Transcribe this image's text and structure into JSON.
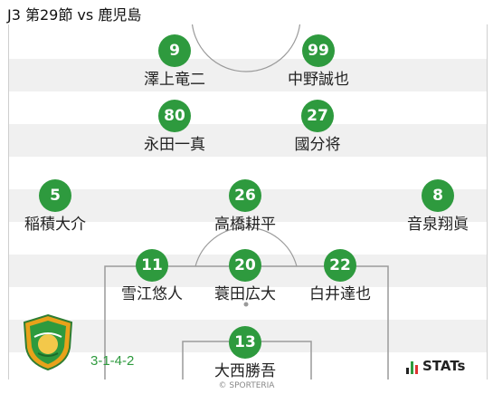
{
  "title": "J3 第29節 vs 鹿児島",
  "formation": "3-1-4-2",
  "brand": "STATs",
  "copyright": "© SPORTERIA",
  "team_color": "#2e9a3e",
  "players": [
    {
      "number": "9",
      "name": "澤上竜二"
    },
    {
      "number": "99",
      "name": "中野誠也"
    },
    {
      "number": "80",
      "name": "永田一真"
    },
    {
      "number": "27",
      "name": "國分将"
    },
    {
      "number": "5",
      "name": "稲積大介"
    },
    {
      "number": "26",
      "name": "高橋耕平"
    },
    {
      "number": "8",
      "name": "音泉翔眞"
    },
    {
      "number": "11",
      "name": "雪江悠人"
    },
    {
      "number": "20",
      "name": "蓑田広大"
    },
    {
      "number": "22",
      "name": "白井達也"
    },
    {
      "number": "13",
      "name": "大西勝吾"
    }
  ]
}
